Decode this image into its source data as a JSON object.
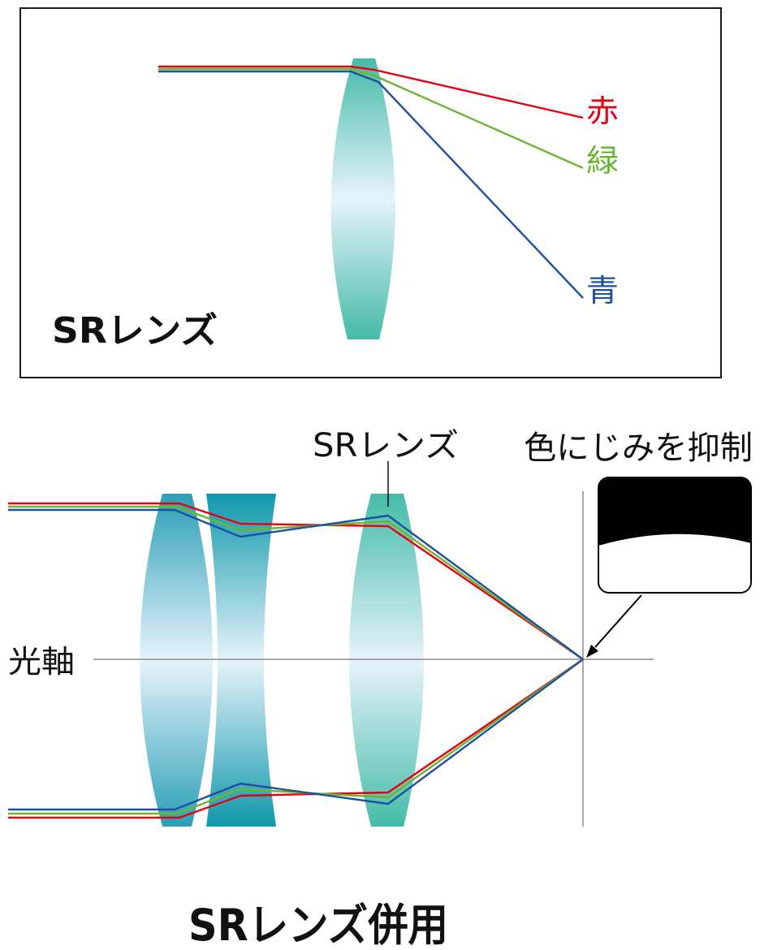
{
  "top_panel": {
    "lens_label": "SRレンズ",
    "ray_labels": {
      "red": "赤",
      "green": "緑",
      "blue": "青"
    }
  },
  "bottom_panel": {
    "sr_lens_label": "SRレンズ",
    "effect_label": "色にじみを抑制",
    "optical_axis_label": "光軸",
    "caption": "SRレンズ併用"
  },
  "colors": {
    "red": "#e60012",
    "green": "#6cb52e",
    "blue": "#1f4f9f",
    "lens_sr": "#45bba8",
    "lens_convex": "#2b9fb6",
    "lens_concave": "#0f98aa",
    "lens_center": "#e6f3fb",
    "axis": "#8c8c8c",
    "text": "#111111"
  }
}
